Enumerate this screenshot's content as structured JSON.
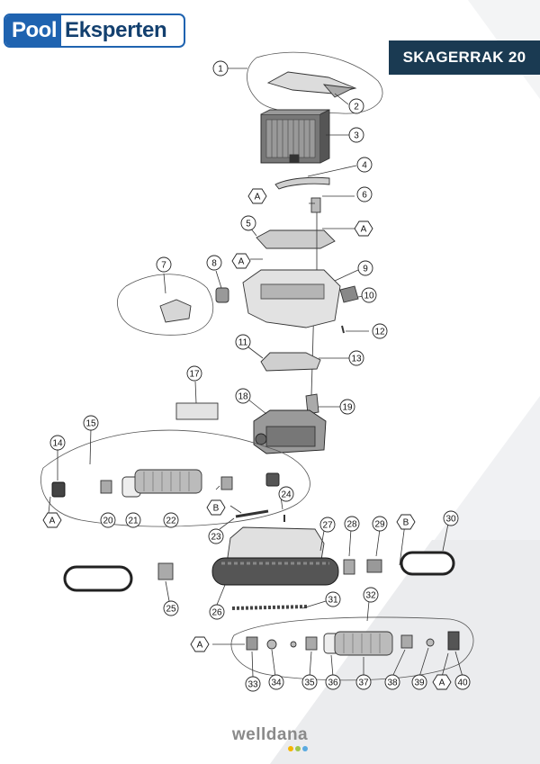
{
  "brand": {
    "part1": "Pool",
    "part2": "Eksperten"
  },
  "model": "SKAGERRAK 20",
  "footer": {
    "brand": "welldana",
    "dot_colors": [
      "#f4b400",
      "#9ec64b",
      "#5aaae0"
    ]
  },
  "callouts": {
    "n1": "1",
    "n2": "2",
    "n3": "3",
    "n4": "4",
    "n5": "5",
    "n6": "6",
    "n7": "7",
    "n8": "8",
    "n9": "9",
    "n10": "10",
    "n11": "11",
    "n12": "12",
    "n13": "13",
    "n14": "14",
    "n15": "15",
    "n17": "17",
    "n18": "18",
    "n19": "19",
    "n20": "20",
    "n21": "21",
    "n22": "22",
    "n23": "23",
    "n24": "24",
    "n25": "25",
    "n26": "26",
    "n27": "27",
    "n28": "28",
    "n29": "29",
    "n30": "30",
    "n31": "31",
    "n32": "32",
    "n33": "33",
    "n34": "34",
    "n35": "35",
    "n36": "36",
    "n37": "37",
    "n38": "38",
    "n39": "39",
    "n40": "40"
  },
  "hex_labels": {
    "a": "A",
    "b": "B"
  }
}
